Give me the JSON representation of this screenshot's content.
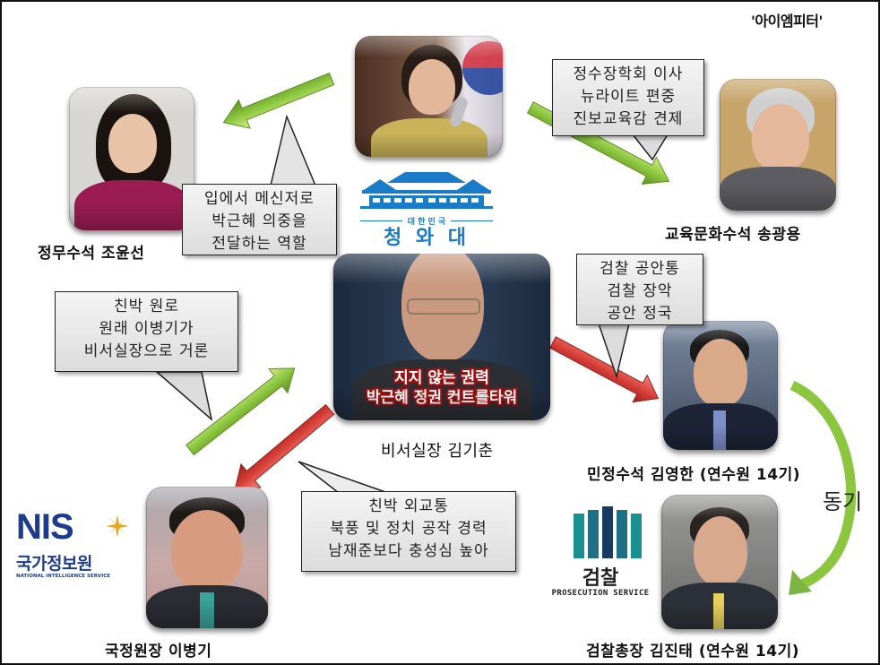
{
  "credit": "'아이엠피터'",
  "colors": {
    "green_arrow": "#8cc63f",
    "red_arrow": "#d9403a",
    "callout_fill": "#e6e6e6",
    "blue_house": "#1a7bc9",
    "nis_blue": "#1d3c8f",
    "nis_gold": "#e7a51c",
    "prosecution_teal": "#1a8f8f",
    "prosecution_navy": "#173a63",
    "caption_red": "#a01010"
  },
  "nodes": {
    "president": {
      "role": "president-photo"
    },
    "cheongwadae": {
      "subtitle": "대 한 민 국",
      "title": "청 와 대"
    },
    "jo": {
      "name": "정무수석 조윤선"
    },
    "song": {
      "name": "교육문화수석 송광용"
    },
    "kim_kichoon": {
      "name": "비서실장 김기춘",
      "caption": [
        "지지 않는 권력",
        "박근혜 정권 컨트롤타워"
      ]
    },
    "kim_younghan": {
      "name": "민정수석 김영한 (연수원 14기)"
    },
    "kim_jintae": {
      "name": "검찰총장 김진태 (연수원 14기)"
    },
    "lee": {
      "name": "국정원장 이병기"
    }
  },
  "logos": {
    "nis": {
      "mark": "NIS",
      "korean": "국가정보원",
      "english": "NATIONAL INTELLIGENCE SERVICE"
    },
    "prosecution": {
      "korean": "검찰",
      "english": "PROSECUTION SERVICE"
    }
  },
  "callouts": {
    "jo": [
      "입에서 메신저로",
      "박근혜 의중을",
      "전달하는 역할"
    ],
    "song": [
      "정수장학회 이사",
      "뉴라이트 편중",
      "진보교육감 견제"
    ],
    "kim_younghan": [
      "검찰 공안통",
      "검찰 장악",
      "공안 정국"
    ],
    "kim_kichoon": [
      "친박 원로",
      "원래 이병기가",
      "비서실장으로 거론"
    ],
    "lee": [
      "친박 외교통",
      "북풍 및 정치 공작 경력",
      "남재준보다 충성심 높아"
    ]
  },
  "relation_label": "동기"
}
